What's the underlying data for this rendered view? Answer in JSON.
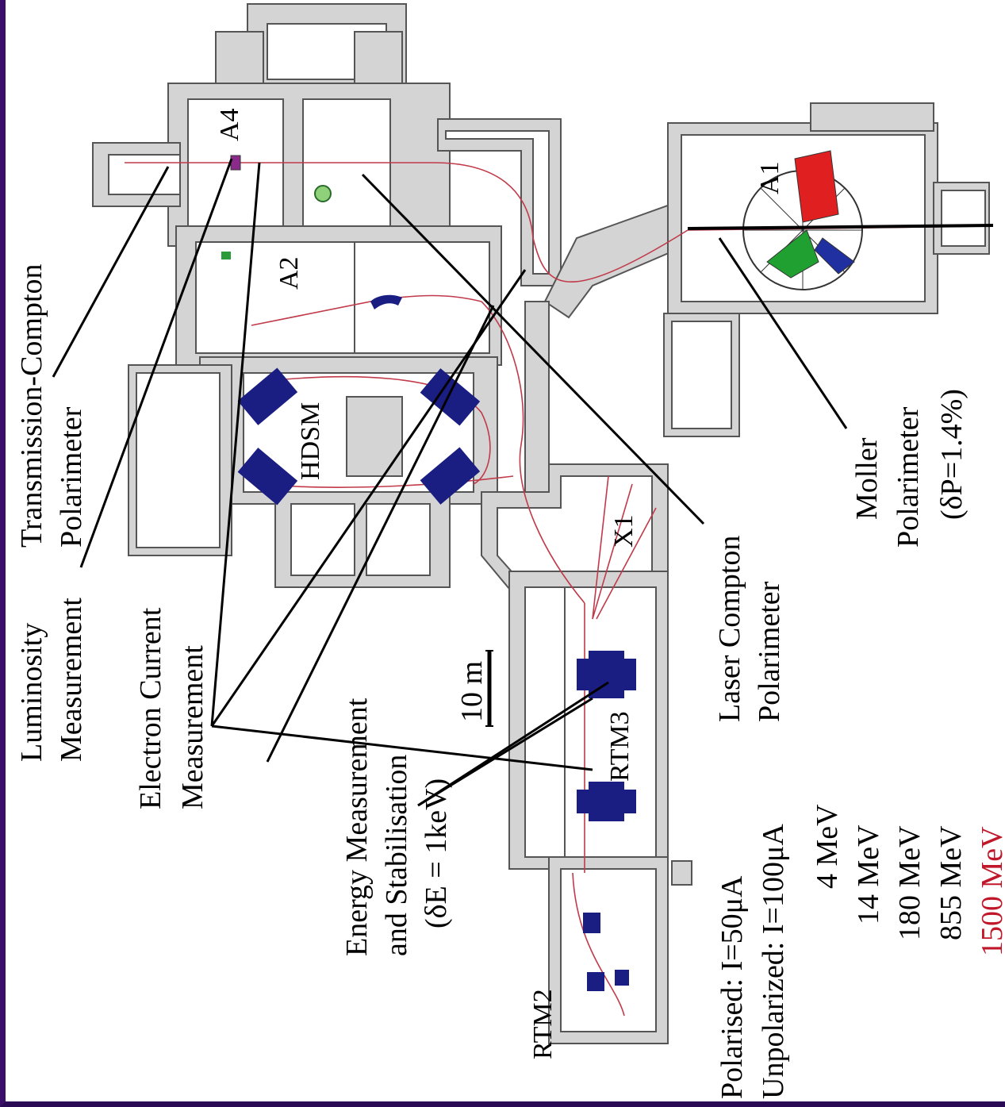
{
  "halls": {
    "a4": "A4",
    "a1": "A1",
    "a2": "A2",
    "x1": "X1",
    "hdsm": "HDSM",
    "rtm3": "RTM3",
    "rtm2": "RTM2"
  },
  "labels": {
    "transmission_compton": [
      "Transmission-Compton",
      "Polarimeter"
    ],
    "luminosity": [
      "Luminosity",
      "Measurement"
    ],
    "electron_current": [
      "Electron Current",
      "Measurement"
    ],
    "energy": [
      "Energy Measurement",
      "and Stabilisation",
      "(δE = 1keV)"
    ],
    "laser_compton": [
      "Laser Compton",
      "Polarimeter"
    ],
    "moller": [
      "Moller",
      "Polarimeter",
      "(δP=1.4%)"
    ],
    "currents": [
      "Polarised: I=50μA",
      "Unpolarized: I=100μA"
    ],
    "scale": "10 m"
  },
  "energies": [
    "4 MeV",
    "14 MeV",
    "180 MeV",
    "855 MeV",
    "1500 MeV"
  ],
  "colors": {
    "magnet": "#1a1e82",
    "beamline": "#c03a4a",
    "highlight_energy": "#c0182a",
    "frame": "#3a0f6a"
  }
}
